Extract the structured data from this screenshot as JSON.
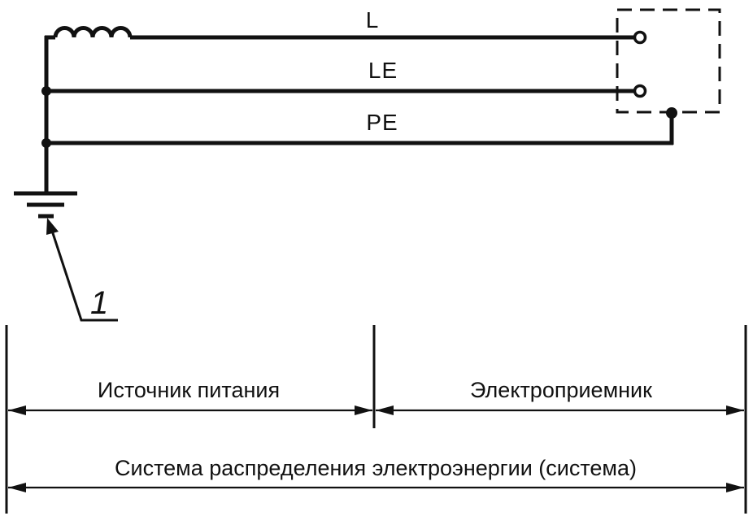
{
  "conductors": {
    "line": "L",
    "combined": "LE",
    "protective": "PE"
  },
  "callout": {
    "number": "1"
  },
  "dimensions": {
    "source": "Источник питания",
    "receiver": "Электроприемник",
    "system": "Система распределения электроэнергии (система)"
  }
}
